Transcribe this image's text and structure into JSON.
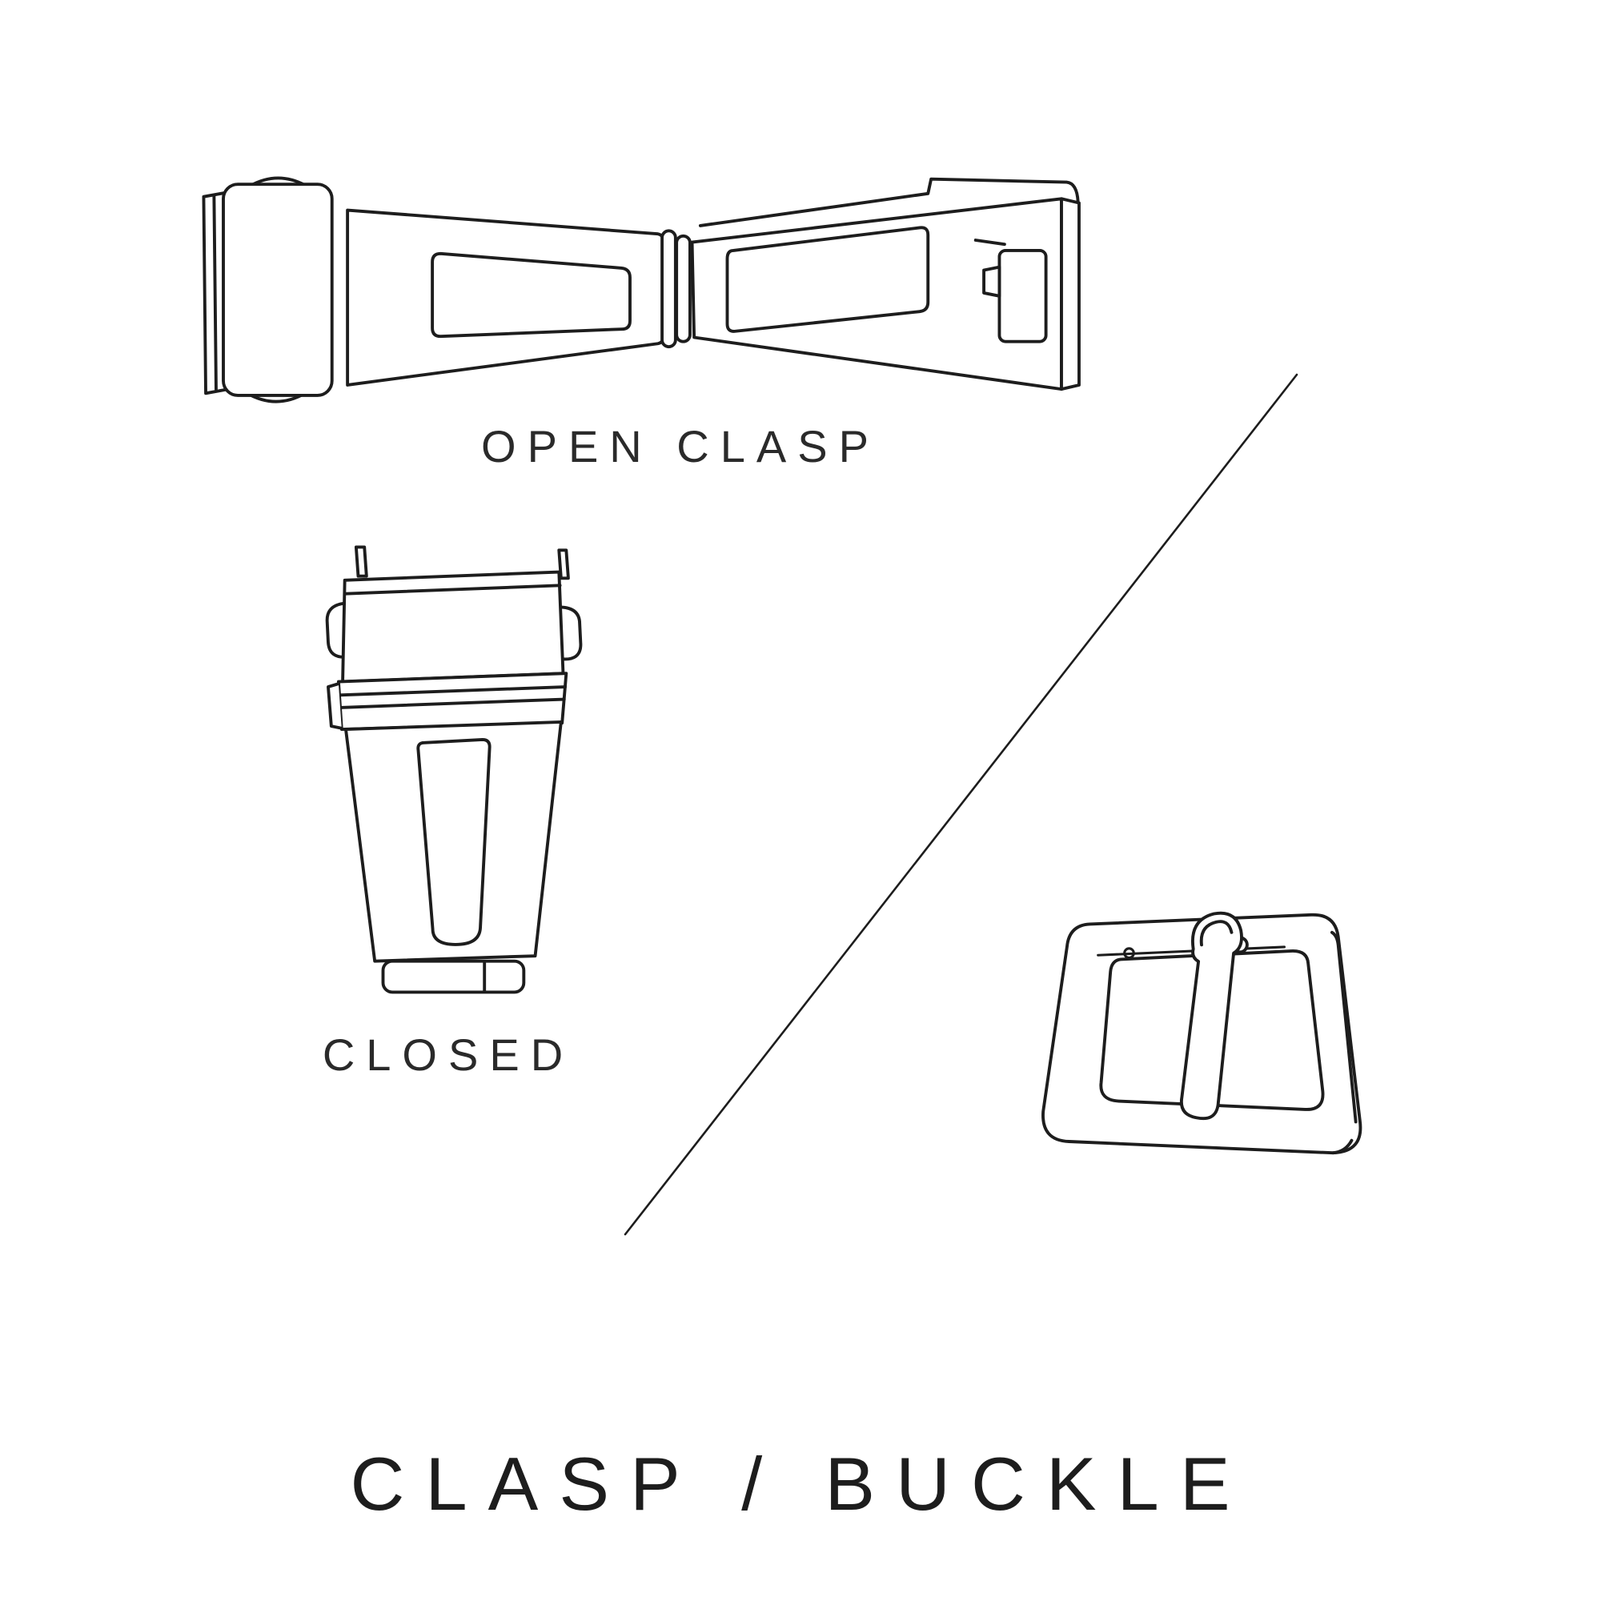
{
  "page": {
    "background": "#ffffff",
    "ink": "#1d1d1d"
  },
  "figures": {
    "open_clasp": {
      "label": "OPEN CLASP"
    },
    "closed_clasp": {
      "label": "CLOSED"
    },
    "buckle": {
      "name": "buckle-illustration"
    }
  },
  "title": "CLASP / BUCKLE"
}
